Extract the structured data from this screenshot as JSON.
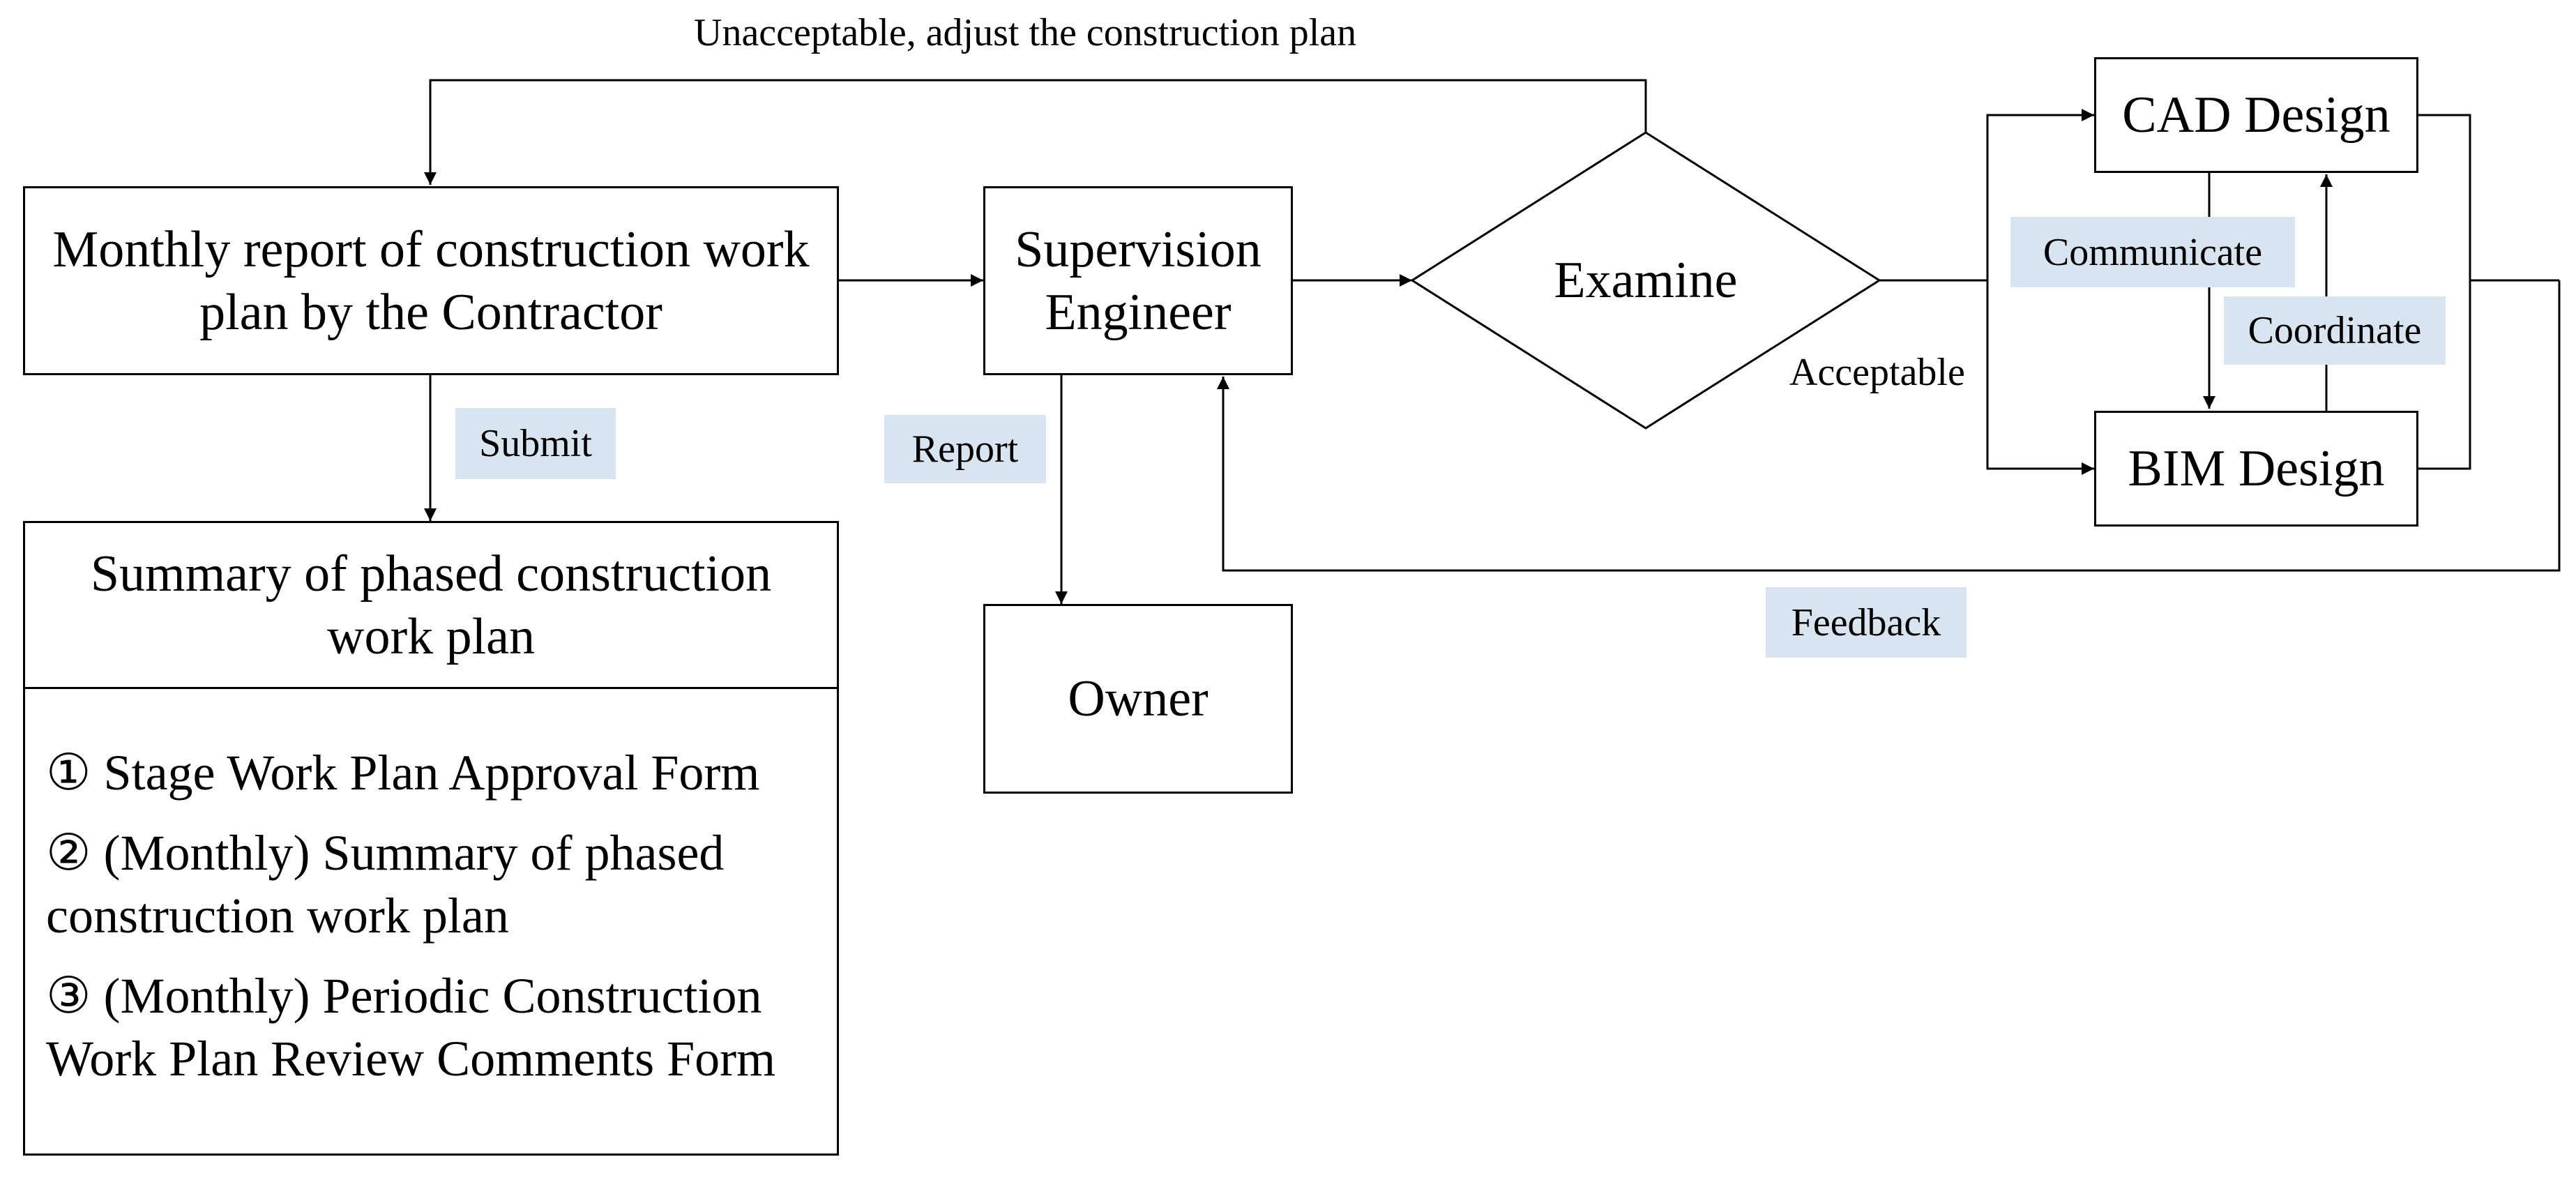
{
  "nodes": {
    "contractor_report": "Monthly report of construction work plan by the Contractor",
    "supervision_engineer": "Supervision Engineer",
    "examine": "Examine",
    "cad_design": "CAD Design",
    "bim_design": "BIM Design",
    "owner": "Owner",
    "summary_title": "Summary of phased construction work plan"
  },
  "summary_items": [
    "① Stage Work Plan Approval Form",
    "② (Monthly) Summary of phased",
    "construction work plan",
    "③ (Monthly) Periodic Construction",
    "Work Plan Review Comments Form"
  ],
  "edge_labels": {
    "unacceptable": "Unacceptable, adjust the construction plan",
    "submit": "Submit",
    "report": "Report",
    "acceptable": "Acceptable",
    "communicate": "Communicate",
    "coordinate": "Coordinate",
    "feedback": "Feedback"
  },
  "colors": {
    "label_bg": "#d9e4f1",
    "line": "#000000"
  }
}
